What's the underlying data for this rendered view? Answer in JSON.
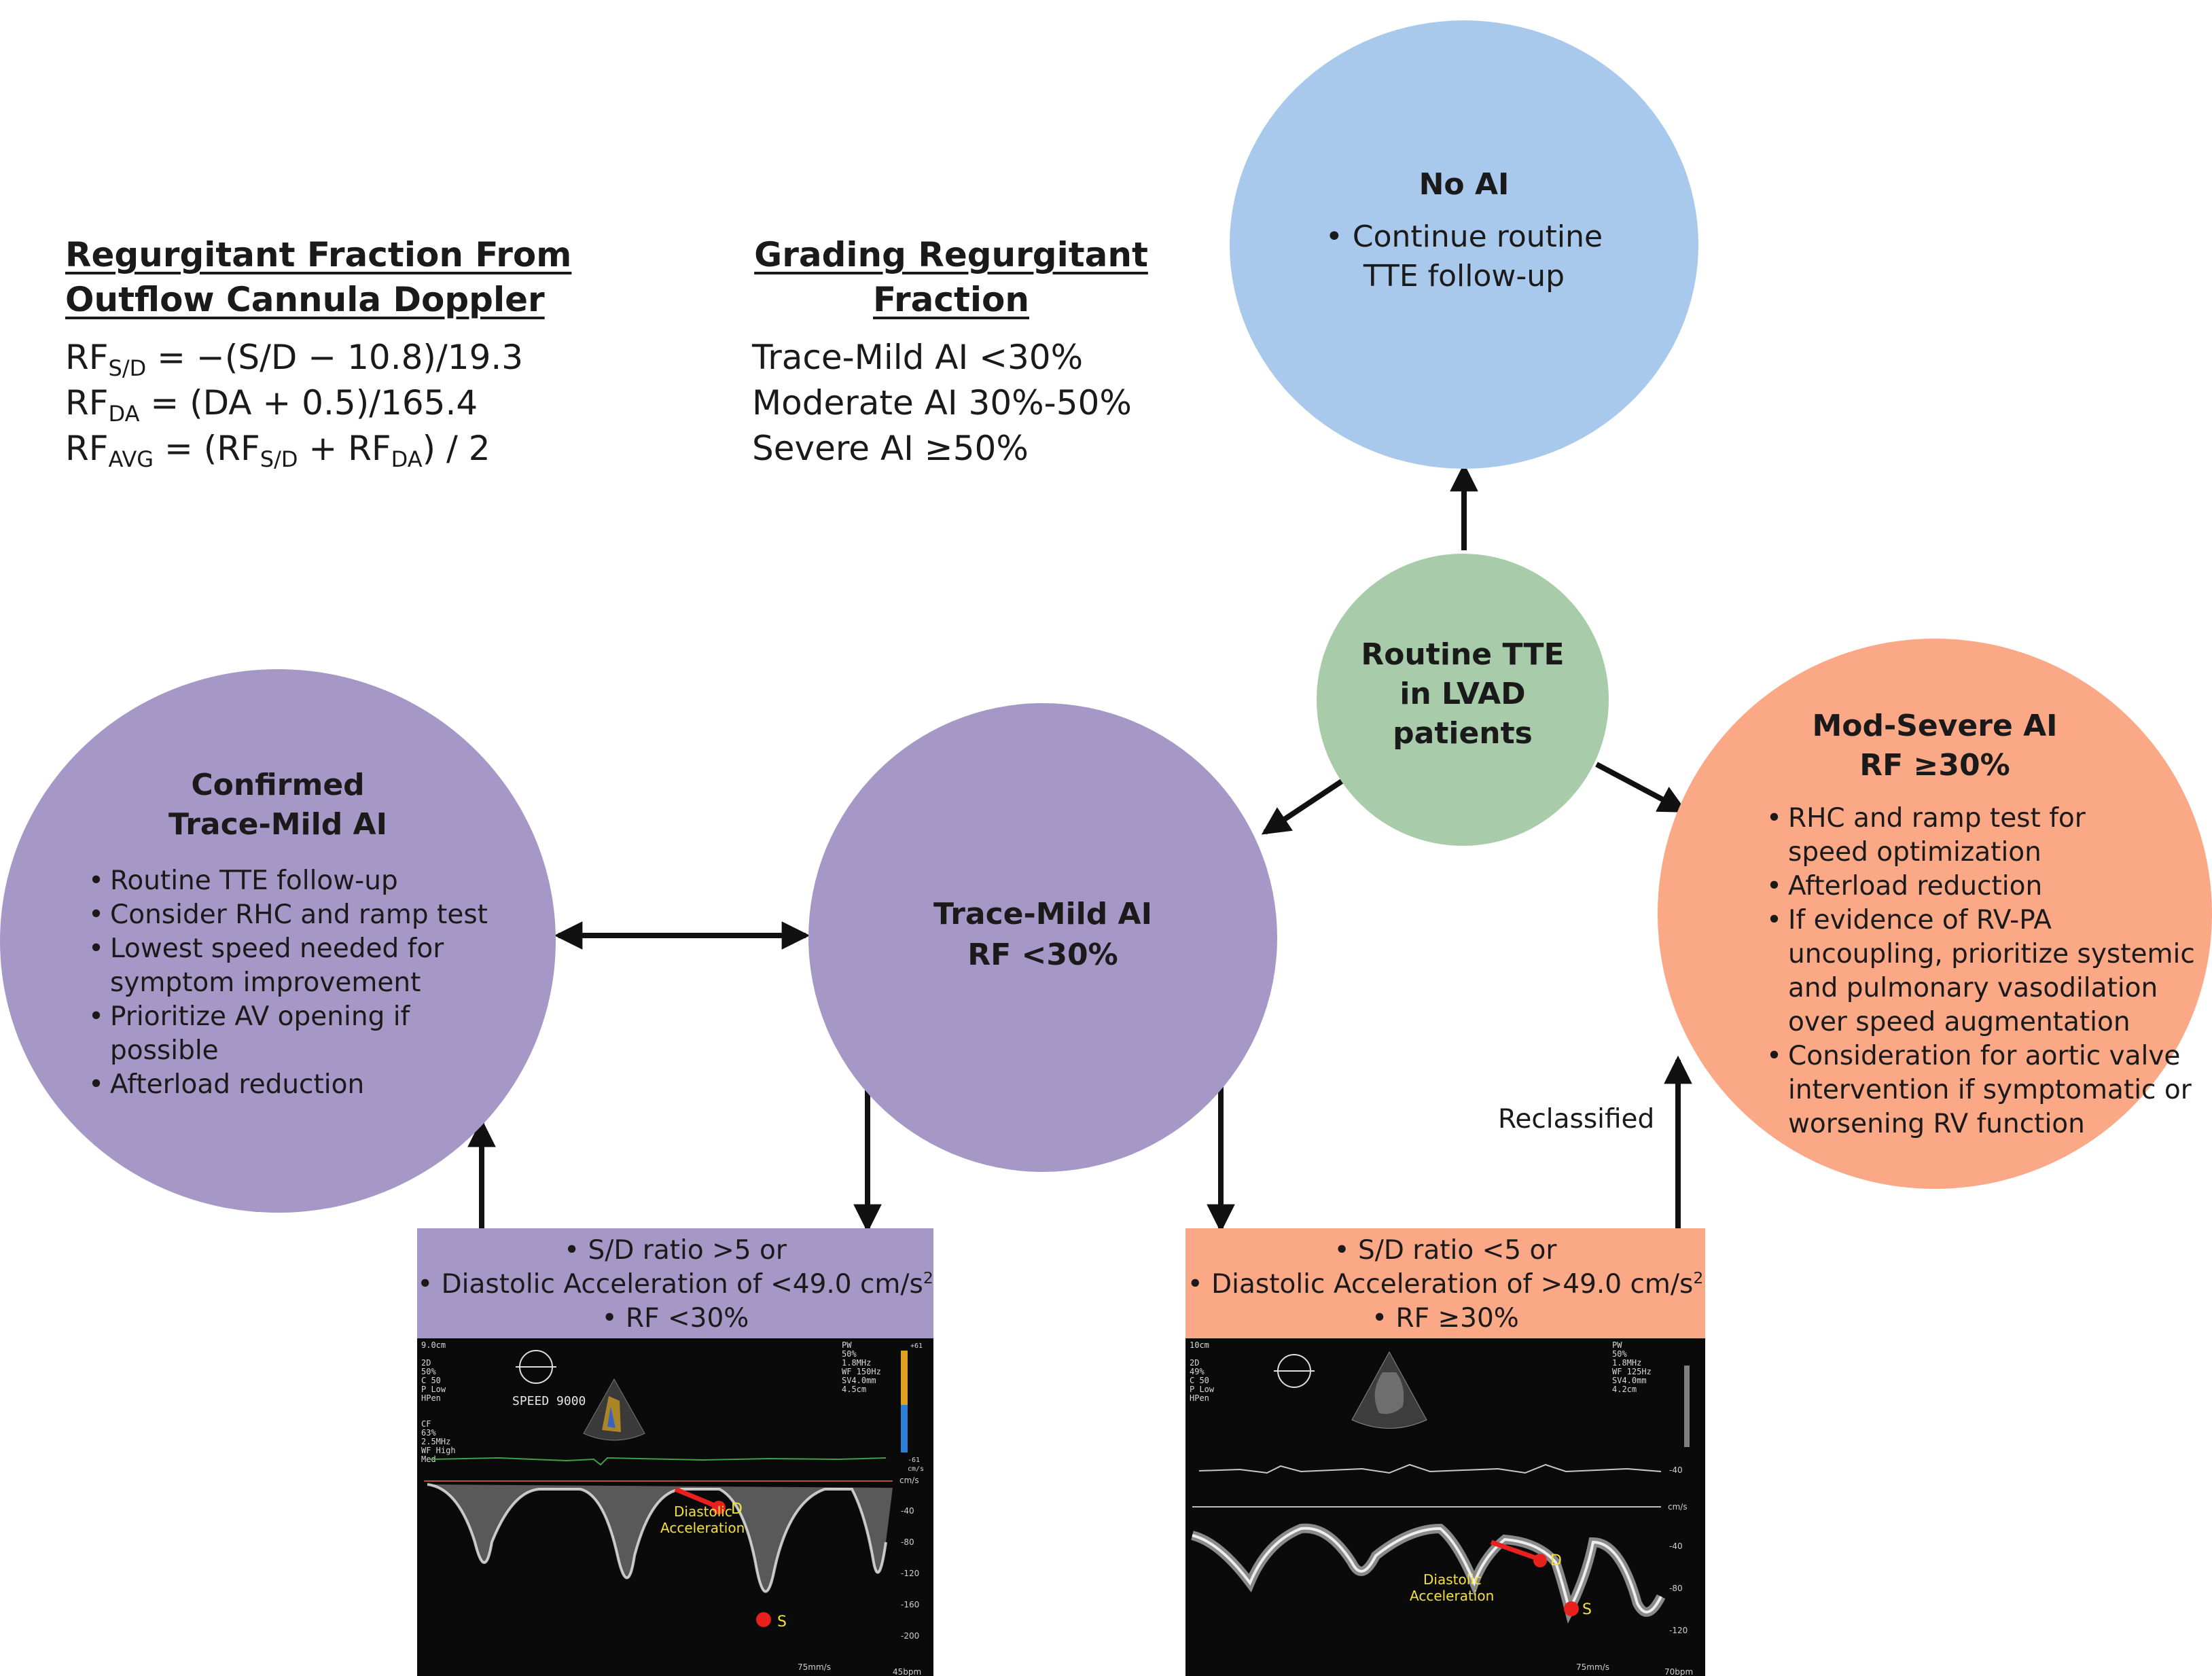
{
  "colors": {
    "no_ai": "#a8c8ec",
    "routine": "#a8ccaa",
    "trace_mild": "#a698c6",
    "mod_severe": "#fba887",
    "panel_purple": "#a698c6",
    "panel_orange": "#fba887",
    "echo_bg": "#0a0a0a",
    "marker": "#e8201e",
    "annotation": "#f4e03a"
  },
  "rf_block": {
    "title_line1": "Regurgitant Fraction From",
    "title_line2": "Outflow Cannula Doppler",
    "eq1": {
      "lhs": "RF",
      "lhs_sub": "S/D",
      "rhs": " = −(S/D − 10.8)/19.3"
    },
    "eq2": {
      "lhs": "RF",
      "lhs_sub": "DA",
      "rhs": " = (DA + 0.5)/165.4"
    },
    "eq3": {
      "lhs": "RF",
      "lhs_sub": "AVG",
      "mid1": " = (RF",
      "mid1_sub": "S/D",
      "mid2": " + RF",
      "mid2_sub": "DA",
      "tail": ") / 2"
    }
  },
  "grading_block": {
    "title_line1": "Grading Regurgitant",
    "title_line2": "Fraction",
    "items": [
      "Trace-Mild AI <30%",
      "Moderate AI 30%-50%",
      "Severe AI ≥50%"
    ]
  },
  "nodes": {
    "no_ai": {
      "title": "No AI",
      "bullet_line1": "• Continue routine",
      "bullet_line2": "TTE follow-up"
    },
    "routine": {
      "line1": "Routine TTE",
      "line2": "in LVAD",
      "line3": "patients"
    },
    "trace_mild": {
      "line1": "Trace-Mild AI",
      "line2": "RF <30%"
    },
    "confirmed": {
      "title_line1": "Confirmed",
      "title_line2": "Trace-Mild AI",
      "bullets": [
        "Routine TTE follow-up",
        "Consider RHC and ramp test",
        "Lowest speed needed for symptom improvement",
        "Prioritize AV opening if possible",
        "Afterload reduction"
      ]
    },
    "mod_severe": {
      "title_line1": "Mod-Severe AI",
      "title_line2": "RF ≥30%",
      "bullets": [
        "RHC and ramp test for speed optimization",
        "Afterload reduction",
        "If evidence of RV-PA uncoupling, prioritize systemic and pulmonary vasodilation over speed augmentation",
        "Consideration for aortic valve intervention if symptomatic or worsening RV function"
      ]
    }
  },
  "reclassified_label": "Reclassified",
  "panels": {
    "left": {
      "line1": "• S/D ratio >5 or",
      "line2_pre": "• Diastolic Acceleration of <49.0 cm/s",
      "line2_sup": "2",
      "line3": "• RF <30%",
      "echo": {
        "depth": "9.0cm",
        "settings": [
          "2D",
          "50%",
          "C 50",
          "P Low",
          "HPen"
        ],
        "cf_settings": [
          "CF",
          "63%",
          "2.5MHz",
          "WF High",
          "Med"
        ],
        "pw_settings": [
          "PW",
          "50%",
          "1.8MHz",
          "WF 150Hz",
          "SV4.0mm",
          "4.5cm"
        ],
        "speed": "SPEED 9000",
        "unit": "cm/s",
        "ticks": [
          "-40",
          "-80",
          "-120",
          "-160",
          "-200"
        ],
        "color_top": "+61",
        "color_bottom": "-61",
        "color_unit": "cm/s",
        "sweep": "75mm/s",
        "hr": "45bpm",
        "annotation_line1": "Diastolic",
        "annotation_line2": "Acceleration",
        "label_d": "D",
        "label_s": "S"
      }
    },
    "right": {
      "line1": "• S/D ratio <5 or",
      "line2_pre": "• Diastolic Acceleration of >49.0 cm/s",
      "line2_sup": "2",
      "line3": "• RF ≥30%",
      "echo": {
        "depth": "10cm",
        "settings": [
          "2D",
          "49%",
          "C 50",
          "P Low",
          "HPen"
        ],
        "pw_settings": [
          "PW",
          "50%",
          "1.8MHz",
          "WF 125Hz",
          "SV4.0mm",
          "4.2cm"
        ],
        "unit": "cm/s",
        "top_tick": "-40",
        "ticks": [
          "-40",
          "-80",
          "-120"
        ],
        "sweep": "75mm/s",
        "hr": "70bpm",
        "annotation_line1": "Diastolic",
        "annotation_line2": "Acceleration",
        "label_d": "D",
        "label_s": "S"
      }
    }
  }
}
